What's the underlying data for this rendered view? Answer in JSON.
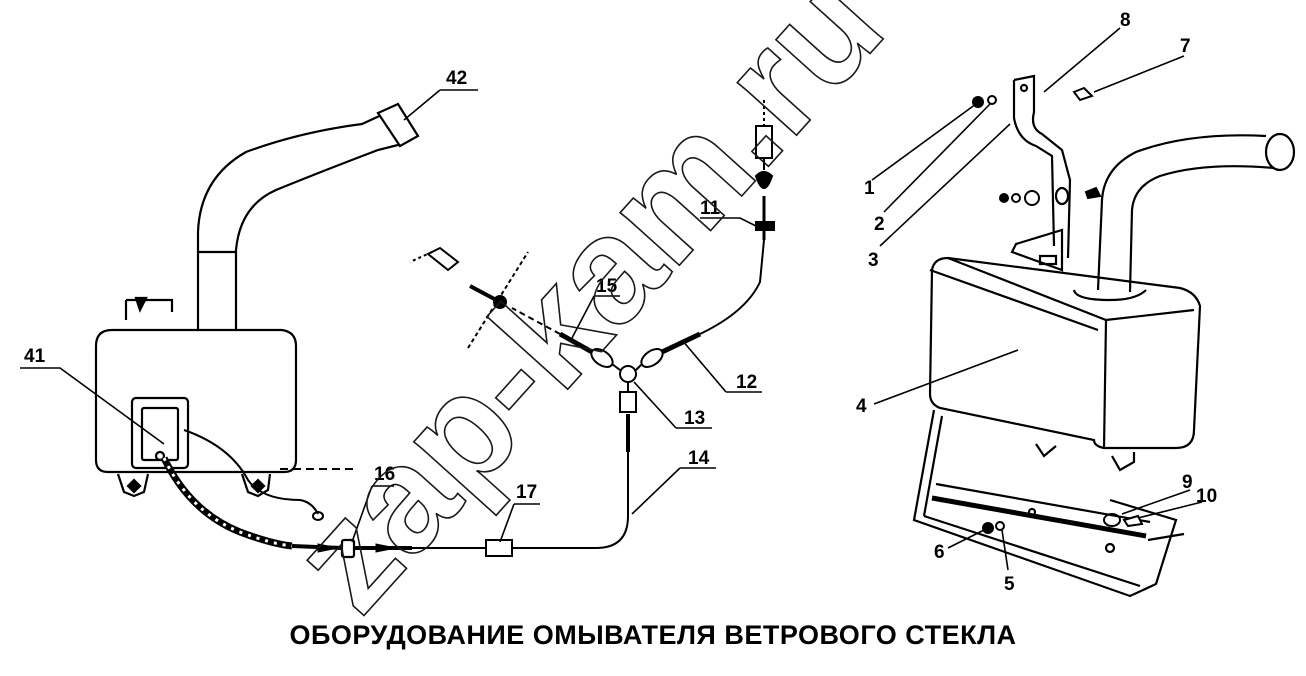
{
  "title": "ОБОРУДОВАНИЕ ОМЫВАТЕЛЯ ВЕТРОВОГО СТЕКЛА",
  "watermark": "zap-kam.ru",
  "callouts": {
    "c1": "1",
    "c2": "2",
    "c3": "3",
    "c4": "4",
    "c5": "5",
    "c6": "6",
    "c7": "7",
    "c8": "8",
    "c9": "9",
    "c10": "10",
    "c11": "11",
    "c12": "12",
    "c13": "13",
    "c14": "14",
    "c15": "15",
    "c16": "16",
    "c17": "17",
    "c41": "41",
    "c42": "42"
  }
}
